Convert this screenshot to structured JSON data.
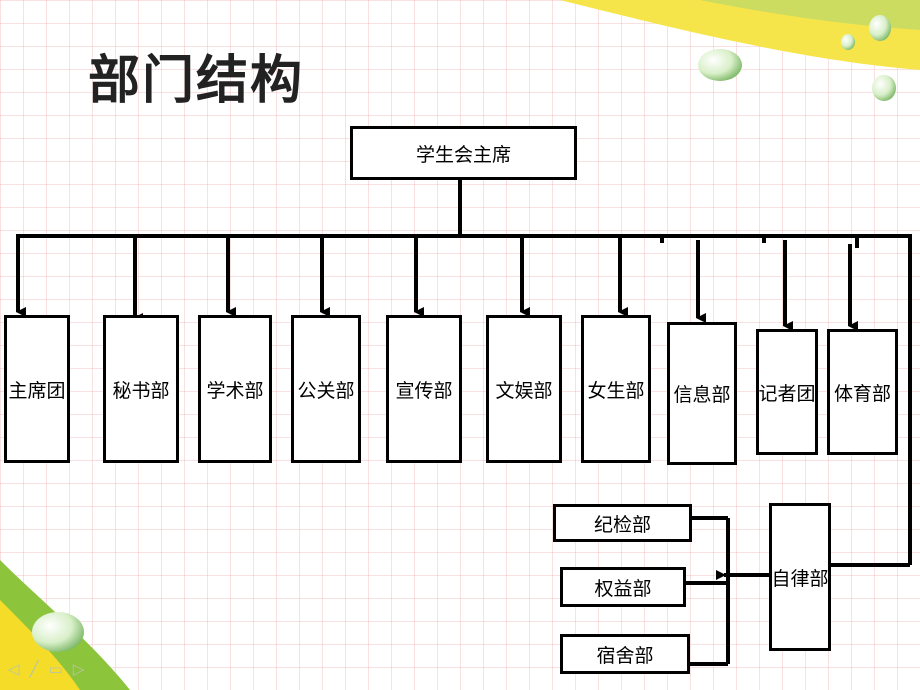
{
  "title": "部门结构",
  "top": "学生会主席",
  "departments": [
    "主席团",
    "秘书部",
    "学术部",
    "公关部",
    "宣传部",
    "文娱部",
    "女生部",
    "信息部",
    "记者团",
    "体育部"
  ],
  "self_discipline": "自律部",
  "sub_departments": [
    "纪检部",
    "权益部",
    "宿舍部"
  ],
  "nav": {
    "prev": "◁",
    "edit": "╱",
    "screen": "▭",
    "next": "▷"
  },
  "colors": {
    "line": "#000000",
    "swoosh_green": "#8cc43c",
    "swoosh_yellow": "#f4dc28"
  }
}
